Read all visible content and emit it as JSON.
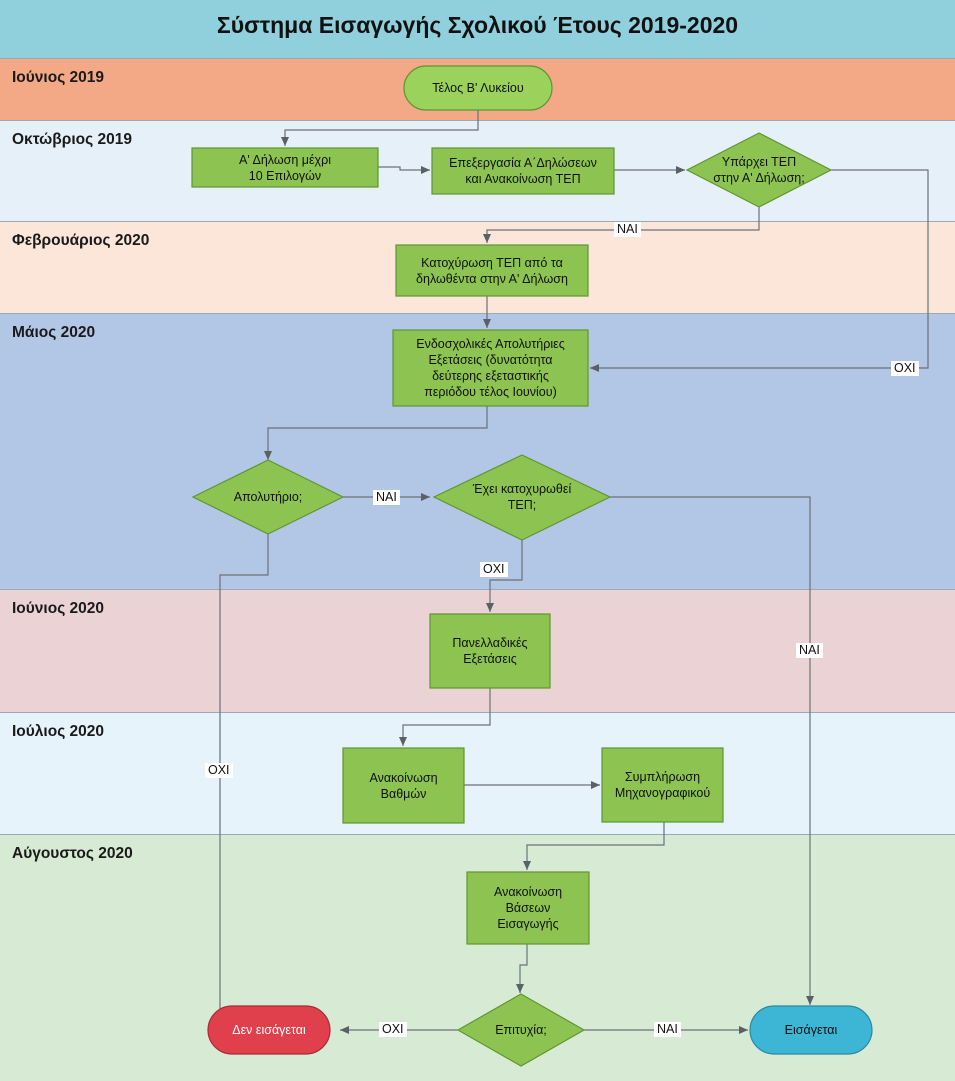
{
  "title": "Σύστημα Εισαγωγής Σχολικού Έτους 2019-2020",
  "lanes": [
    {
      "label": "Ιούνιος 2019",
      "color": "#f3a985"
    },
    {
      "label": "Οκτώβριος 2019",
      "color": "#e6f0f9"
    },
    {
      "label": "Φεβρουάριος 2020",
      "color": "#fce6da"
    },
    {
      "label": "Μάιος 2020",
      "color": "#b2c6e6"
    },
    {
      "label": "Ιούνιος 2020",
      "color": "#ebd2d5"
    },
    {
      "label": "Ιούλιος 2020",
      "color": "#e6f3fa"
    },
    {
      "label": "Αύγουστος 2020",
      "color": "#d7ebd4"
    }
  ],
  "nodes": {
    "start": "Τέλος Β' Λυκείου",
    "first_declaration": "Α' Δήλωση μέχρι\n10 Επιλογών",
    "processing": "Επεξεργασία Α΄Δηλώσεων\nκαι Ανακοίνωση ΤΕΠ",
    "tep_exists": "Υπάρχει ΤΕΠ\nστην Α' Δήλωση;",
    "tep_registration": "Κατοχύρωση ΤΕΠ από τα\nδηλωθέντα στην Α' Δήλωση",
    "school_exams": "Ενδοσχολικές Απολυτήριες\nΕξετάσεις (δυνατότητα\nδεύτερης εξεταστικής\nπεριόδου τέλος Ιουνίου)",
    "diploma": "Απολυτήριο;",
    "tep_registered": "Έχει κατοχυρωθεί\nΤΕΠ;",
    "panhellenic": "Πανελλαδικές\nΕξετάσεις",
    "grades": "Ανακοίνωση\nΒαθμών",
    "form": "Συμπλήρωση\nΜηχανογραφικού",
    "bases": "Ανακοίνωση\nΒάσεων\nΕισαγωγής",
    "success": "Επιτυχία;",
    "not_admitted": "Δεν εισάγεται",
    "admitted": "Εισάγεται"
  },
  "edge_labels": {
    "tep_yes": "ΝΑΙ",
    "tep_no": "ΟΧΙ",
    "diploma_yes": "ΝΑΙ",
    "diploma_no": "ΟΧΙ",
    "registered_no": "ΟΧΙ",
    "registered_yes": "ΝΑΙ",
    "success_no": "ΟΧΙ",
    "success_yes": "ΝΑΙ"
  },
  "colors": {
    "process_fill": "#8dc451",
    "process_stroke": "#5f9632",
    "start_fill": "#9bd25b",
    "not_admitted_fill": "#e0404c",
    "admitted_fill": "#3db6d6",
    "arrow": "#5a6066"
  }
}
